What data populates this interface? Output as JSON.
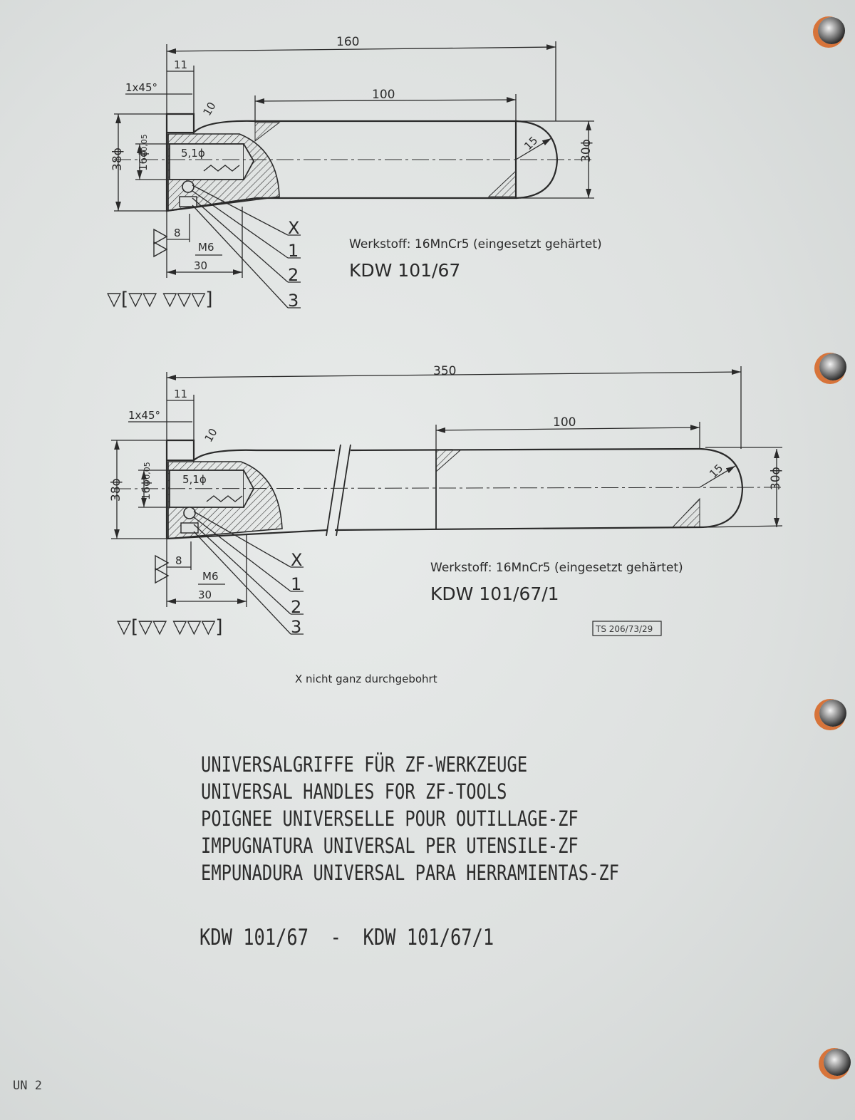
{
  "drawing_top": {
    "overall_length": "160",
    "grip_length": "100",
    "collar_width": "11",
    "chamfer": "1x45°",
    "fillet": "10",
    "bore": "5,1ϕ",
    "diameter_collar": "38ϕ",
    "diameter_bore": "16ϕ",
    "bore_tolerance": "+0,05",
    "diameter_grip": "30ϕ",
    "end_radius": "15",
    "depth": "8",
    "thread": "M6",
    "thread_length": "30",
    "leaders": [
      "X",
      "1",
      "2",
      "3"
    ],
    "material": "Werkstoff: 16MnCr5 (eingesetzt gehärtet)",
    "part_number": "KDW 101/67",
    "surface_symbols": "▽[▽▽ ▽▽▽]"
  },
  "drawing_bottom": {
    "overall_length": "350",
    "grip_length": "100",
    "collar_width": "11",
    "chamfer": "1x45°",
    "fillet": "10",
    "bore": "5,1ϕ",
    "diameter_collar": "38ϕ",
    "diameter_bore": "16ϕ",
    "bore_tolerance": "+0,05",
    "diameter_grip": "30ϕ",
    "end_radius": "15",
    "depth": "8",
    "thread": "M6",
    "thread_length": "30",
    "leaders": [
      "X",
      "1",
      "2",
      "3"
    ],
    "material": "Werkstoff: 16MnCr5 (eingesetzt gehärtet)",
    "part_number": "KDW 101/67/1",
    "surface_symbols": "▽[▽▽ ▽▽▽]",
    "drawing_ref": "TS 206/73/29"
  },
  "footnote": "X nicht ganz durchgebohrt",
  "titles": [
    "UNIVERSALGRIFFE FÜR ZF-WERKZEUGE",
    "UNIVERSAL HANDLES FOR ZF-TOOLS",
    "POIGNEE UNIVERSELLE POUR OUTILLAGE-ZF",
    "IMPUGNATURA UNIVERSAL PER UTENSILE-ZF",
    "EMPUNADURA UNIVERSAL PARA HERRAMIENTAS-ZF"
  ],
  "part_numbers_line": "KDW 101/67  -  KDW 101/67/1",
  "page_label": "UN 2"
}
